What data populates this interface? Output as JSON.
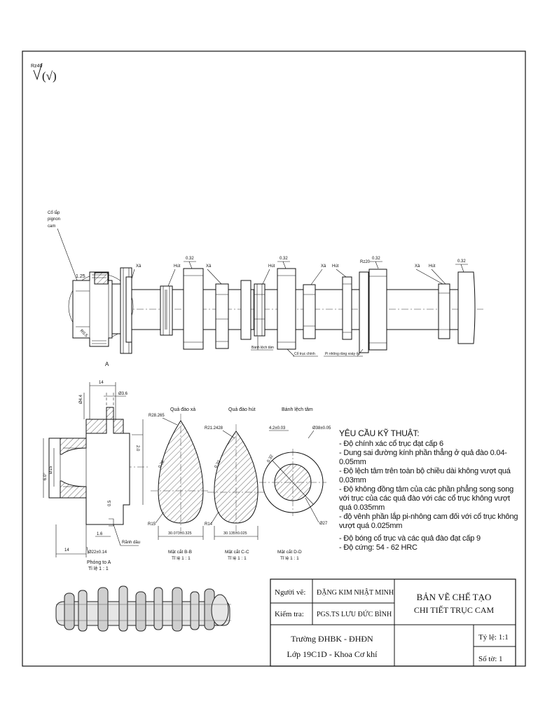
{
  "roughness": {
    "symbol": "Rz40",
    "paren": "(√)",
    "rz20": "Rz20"
  },
  "shaft_labels": {
    "pinion_seat": [
      "Cổ lắp",
      "pignon",
      "cam"
    ],
    "d125": "1.25",
    "r_small": "R0.5",
    "section_a": "A",
    "xa": "Xả",
    "hut": "Hút",
    "ra": "0.32",
    "eccentric": "Bánh lệch tâm",
    "main_journal": "Cổ trục chính",
    "pin": "Pi nhông răng xoáy ốc"
  },
  "detail_a": {
    "d14_top": "14",
    "d36": "Ø3.6",
    "d44": "Ø4.4",
    "d60": "6.0°",
    "d15": "Ø15",
    "d20": "2.0",
    "d05": "0.5",
    "d16": "1.6",
    "groove": "Rãnh dầu",
    "d14_bot": "14",
    "d22": "Ø22±0.14",
    "caption": "Phóng to A",
    "scale": "Tỉ lệ 1 : 1"
  },
  "sections": [
    {
      "title": "Quả đào xả",
      "r_top": "R28.265",
      "r_bot": "R15",
      "width": "30.073±0.325",
      "ra": "0.32",
      "caption": "Mặt cắt B-B",
      "scale": "Tỉ lệ 1 : 1"
    },
    {
      "title": "Quả đào hút",
      "r_top": "R21.2428",
      "r_bot": "R14",
      "width": "30.135±0.025",
      "ra": "0.32",
      "caption": "Mặt cắt C-C",
      "scale": "Tỉ lệ 1 : 1"
    },
    {
      "title": "Bánh lệch tâm",
      "ecc": "4.2±0.03",
      "dia1": "Ø38±0.05",
      "dia2": "Ø27",
      "ra": "0.32",
      "caption": "Mặt cắt D-D",
      "scale": "Tỉ lệ 1 : 1"
    }
  ],
  "requirements": {
    "title": "YÊU CẦU KỸ THUẬT:",
    "items": [
      "- Độ chính xác cổ trục đạt cấp 6",
      "- Dung sai đường kính phần thẳng ở quả đào 0.04-0.05mm",
      "- Độ lệch tâm trên toàn bộ chiều dài không vượt quá 0.03mm",
      "- Độ không đồng tâm của các phần phẳng song song với trục của các quả đào với các cổ trục không vượt quá 0.035mm",
      "- độ vênh phần lắp pi-nhông cam đối với cổ trục không vượt quá 0.025mm",
      "- Độ bóng cổ trục và các quả đào đạt cấp 9",
      "- Độ cứng: 54 - 62 HRC"
    ]
  },
  "title_block": {
    "drawn_label": "Người vẽ:",
    "drawn_name": "ĐẶNG KIM NHẬT MINH",
    "checked_label": "Kiểm tra:",
    "checked_name": "PGS.TS LƯU ĐỨC BÌNH",
    "title_line1": "BẢN VẼ CHẾ TẠO",
    "title_line2": "CHI TIẾT TRỤC CAM",
    "school_line1": "Trường ĐHBK - ĐHĐN",
    "school_line2": "Lớp 19C1D - Khoa Cơ khí",
    "scale": "Tỷ lệ: 1:1",
    "sheet": "Số tờ: 1"
  }
}
